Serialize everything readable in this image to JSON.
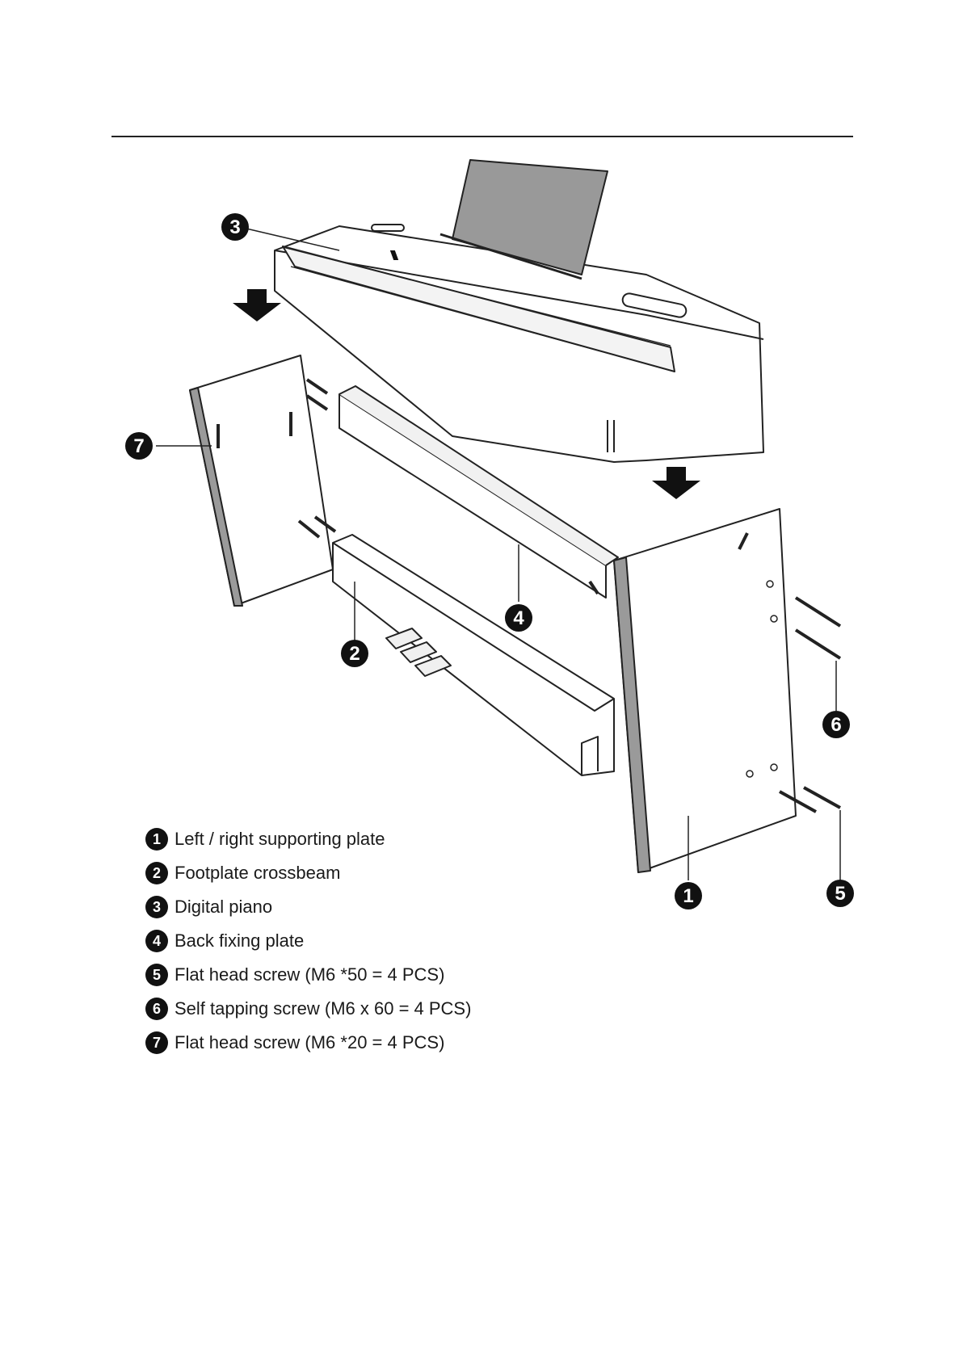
{
  "callouts": [
    {
      "id": "1",
      "label": "Left / right supporting plate"
    },
    {
      "id": "2",
      "label": "Footplate crossbeam"
    },
    {
      "id": "3",
      "label": "Digital piano"
    },
    {
      "id": "4",
      "label": "Back fixing plate"
    },
    {
      "id": "5",
      "label": "Flat head screw (M6 *50 = 4 PCS)"
    },
    {
      "id": "6",
      "label": "Self tapping screw (M6 x 60 = 4 PCS)"
    },
    {
      "id": "7",
      "label": "Flat head screw (M6 *20 = 4 PCS)"
    }
  ],
  "colors": {
    "line": "#222222",
    "fill": "#ffffff",
    "stand": "#9a9a9a",
    "marker": "#111111"
  }
}
